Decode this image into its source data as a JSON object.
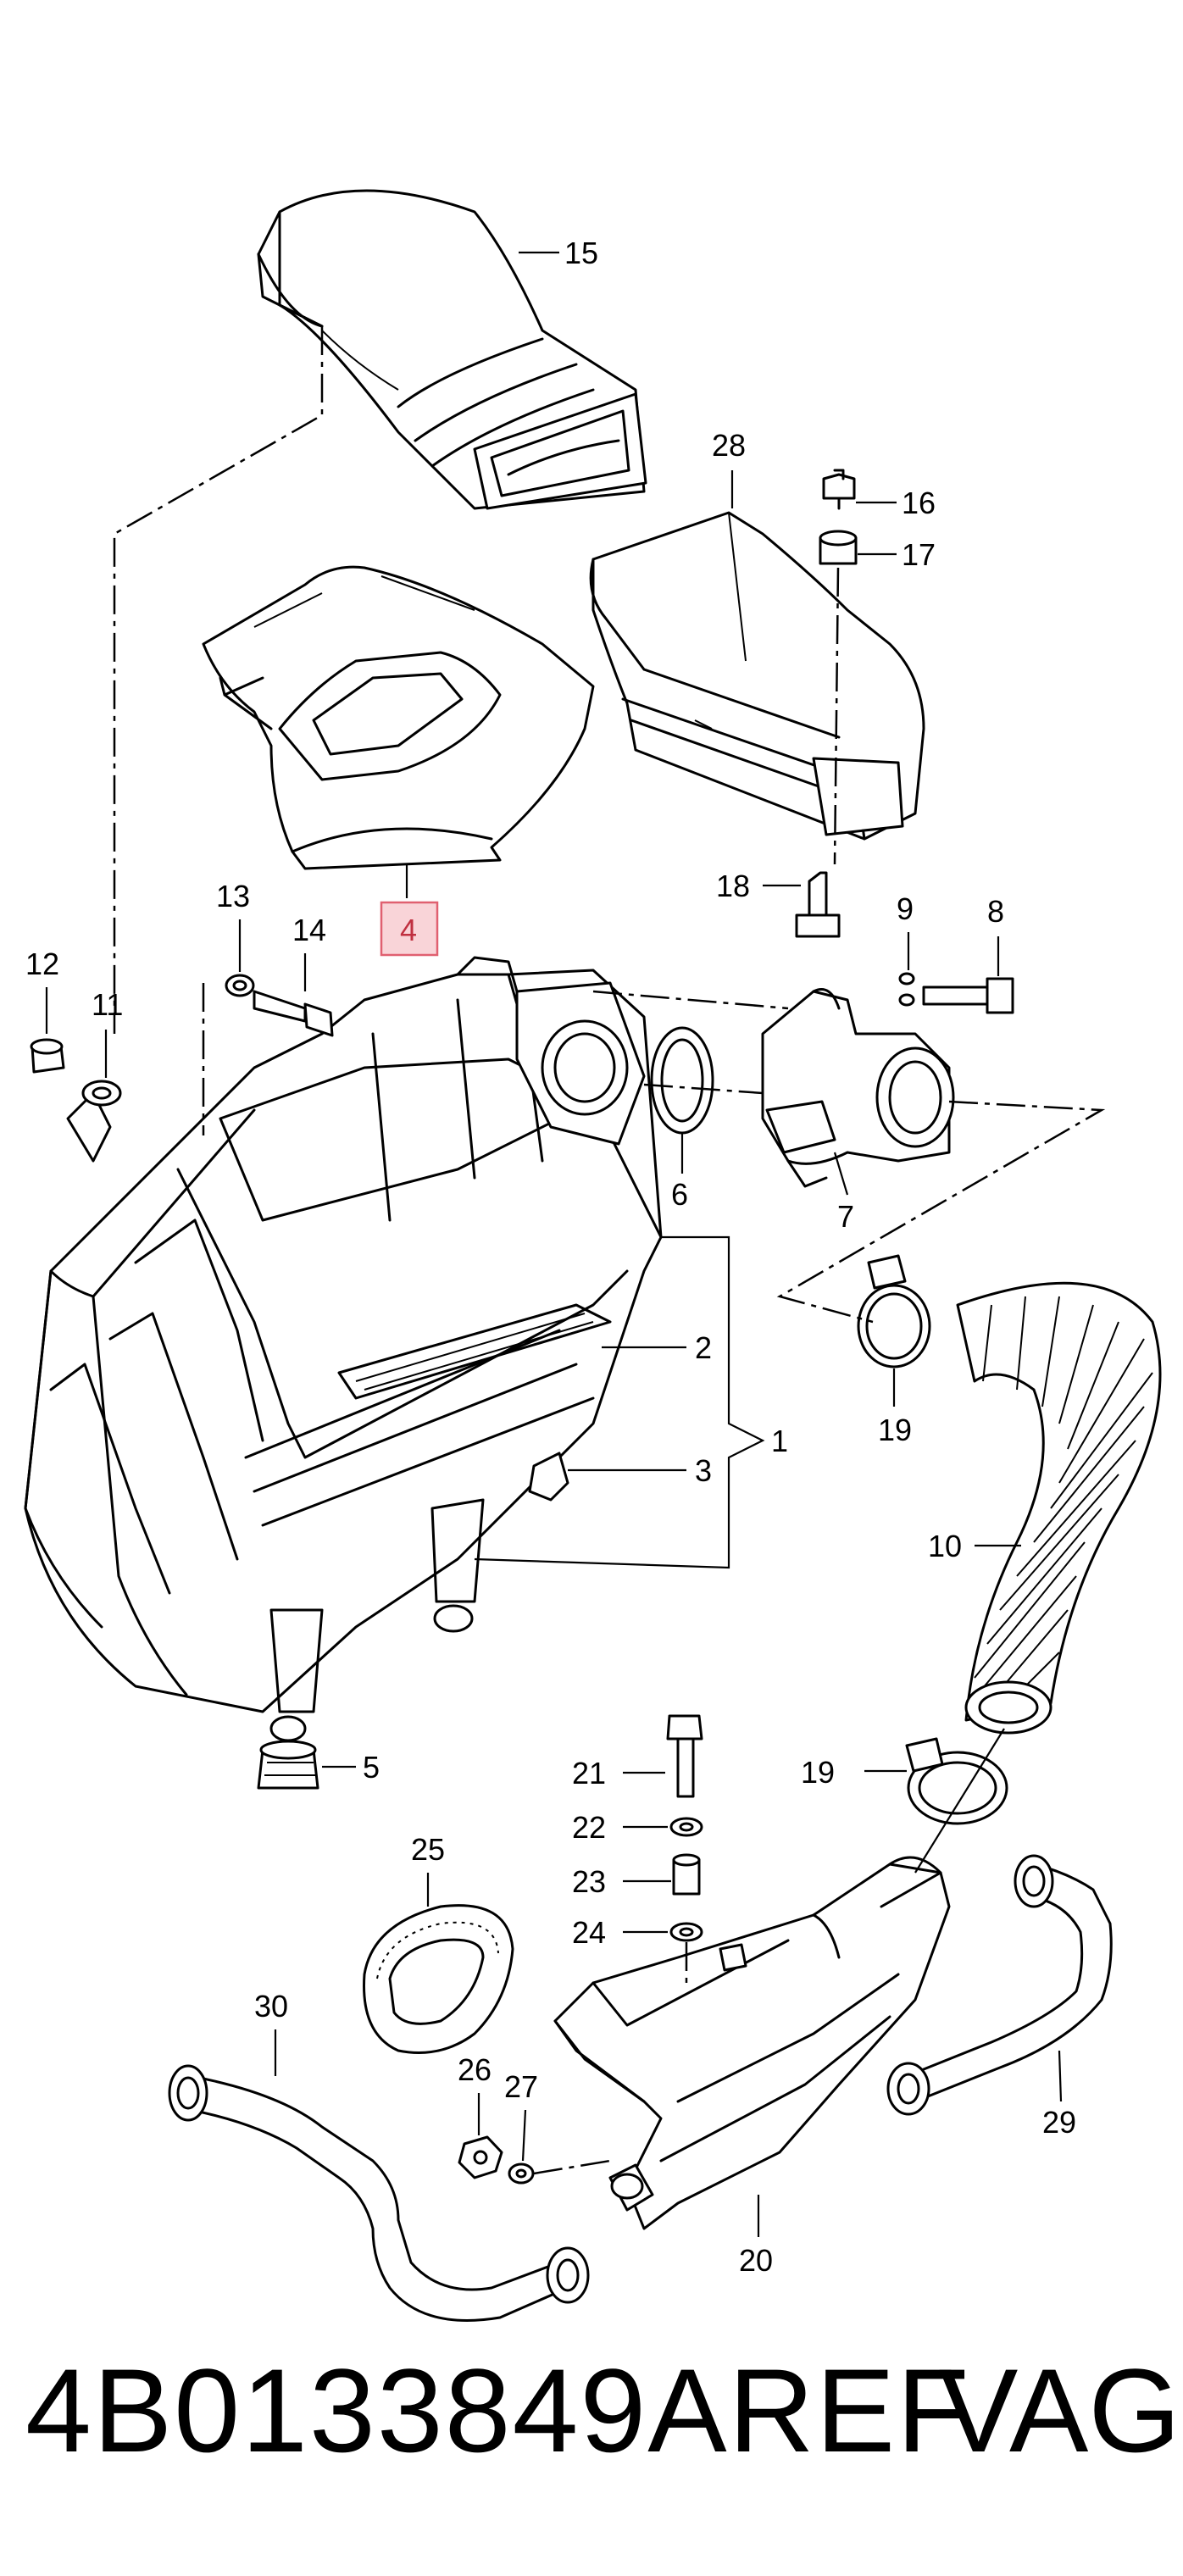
{
  "callouts": {
    "c1": "1",
    "c2": "2",
    "c3": "3",
    "c4": "4",
    "c5": "5",
    "c6": "6",
    "c7": "7",
    "c8": "8",
    "c9": "9",
    "c10": "10",
    "c11": "11",
    "c12": "12",
    "c13": "13",
    "c14": "14",
    "c15": "15",
    "c16": "16",
    "c17": "17",
    "c18": "18",
    "c19a": "19",
    "c19b": "19",
    "c20": "20",
    "c21": "21",
    "c22": "22",
    "c23": "23",
    "c24": "24",
    "c25": "25",
    "c26": "26",
    "c27": "27",
    "c28": "28",
    "c29": "29",
    "c30": "30"
  },
  "highlighted_callout": "4",
  "colors": {
    "highlight_fill": "#f9d4d8",
    "highlight_stroke": "#e06070",
    "line": "#000000"
  },
  "footer": {
    "part_number": "4B0133849AREF",
    "brand": "VAG"
  }
}
